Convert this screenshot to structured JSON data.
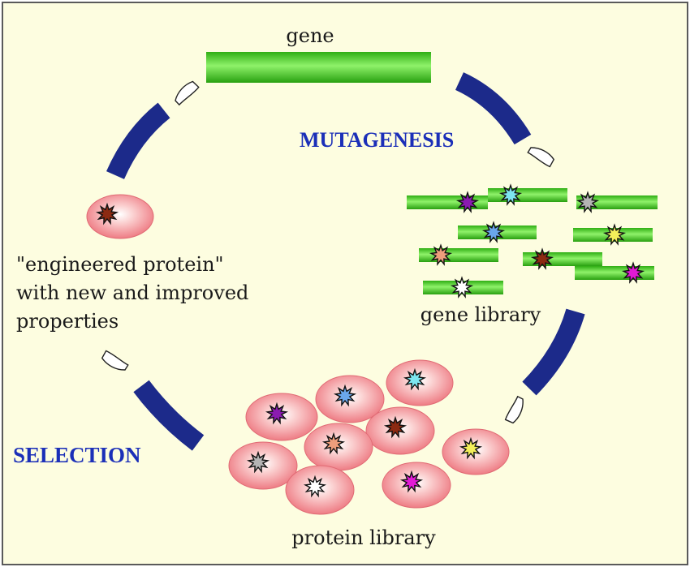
{
  "labels": {
    "gene": "gene",
    "mutagenesis": "MUTAGENESIS",
    "gene_library": "gene library",
    "protein_library": "protein library",
    "selection": "SELECTION",
    "engineered_lines": [
      "\"engineered protein\"",
      "with new and improved",
      "properties"
    ]
  },
  "colors": {
    "background": "#fdfde0",
    "sleeve": "#1c2a8a",
    "gene_bar": "#3cc21c",
    "cell": "#f07f86",
    "process_text": "#1b2fb8"
  },
  "star_colors": {
    "purple": "#8a1bb0",
    "cyan": "#7de6f0",
    "gray": "#b4b4b4",
    "blue": "#6aa7ec",
    "yellow": "#f3ef5a",
    "salmon": "#ee9e7c",
    "brown": "#8c2a12",
    "magenta": "#e21ad6",
    "white": "#ffffff"
  },
  "icons": [
    "pointing-hand-icon",
    "star-marker-icon"
  ]
}
